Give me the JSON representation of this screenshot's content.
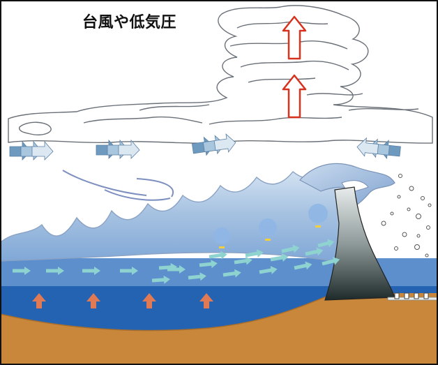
{
  "title": "台風や低気圧",
  "colors": {
    "frame": "#111111",
    "sky": "#ffffff",
    "cloud_outline": "#6a7078",
    "updraft_arrow": "#d8321e",
    "wind_arrow": "#7fa8c8",
    "sea_upper": "#a9c4e2",
    "sea_mid": "#5d8fcd",
    "sea_deep": "#1d5eae",
    "current_arrow": "#8fd3d0",
    "pressure_arrow": "#e07a55",
    "seabed": "#c8873a",
    "bubble": "#8fb6e6",
    "seawall_top": "#e8ecec",
    "seawall_bottom": "#1f2a2a"
  },
  "icons": {
    "updraft": "hollow-up-arrow",
    "wind": "triple-chevron-arrow",
    "current": "right-arrow",
    "pressure": "up-arrow"
  },
  "counts": {
    "updraft_arrows": 2,
    "wind_arrow_groups": 4,
    "pressure_arrows": 4,
    "bubbles": 3,
    "current_arrows": 20
  }
}
